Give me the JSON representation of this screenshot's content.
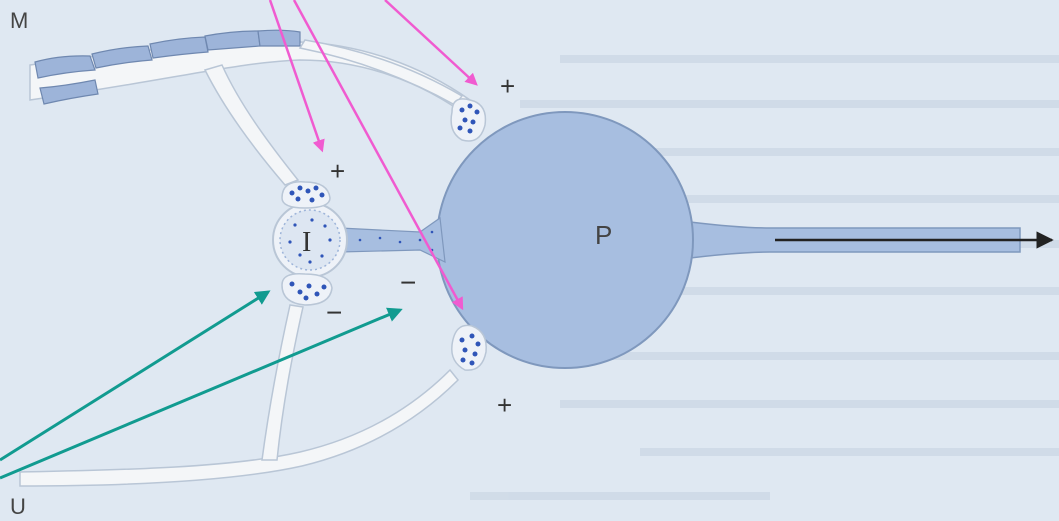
{
  "labels": {
    "top_fiber": "M",
    "bottom_fiber": "U",
    "interneuron": "I",
    "principal_cell": "P"
  },
  "synapse_signs": {
    "upper_to_principal": "+",
    "upper_to_interneuron": "+",
    "interneuron_to_principal": "−",
    "lower_to_interneuron": "−",
    "lower_to_principal": "+"
  },
  "colors": {
    "background": "#dfe8f2",
    "cell_fill": "#a7bee0",
    "cell_outline": "#7f98bd",
    "fiber_fill": "#f4f6f8",
    "myelin": "#9db4d9",
    "vesicle": "#2f55b8",
    "magenta_arrow": "#f05bd0",
    "teal_arrow": "#119b90",
    "output_arrow": "#222222"
  },
  "icons": [
    "output-arrow-icon",
    "magenta-pointer-arrow-icon",
    "teal-pointer-arrow-icon"
  ]
}
